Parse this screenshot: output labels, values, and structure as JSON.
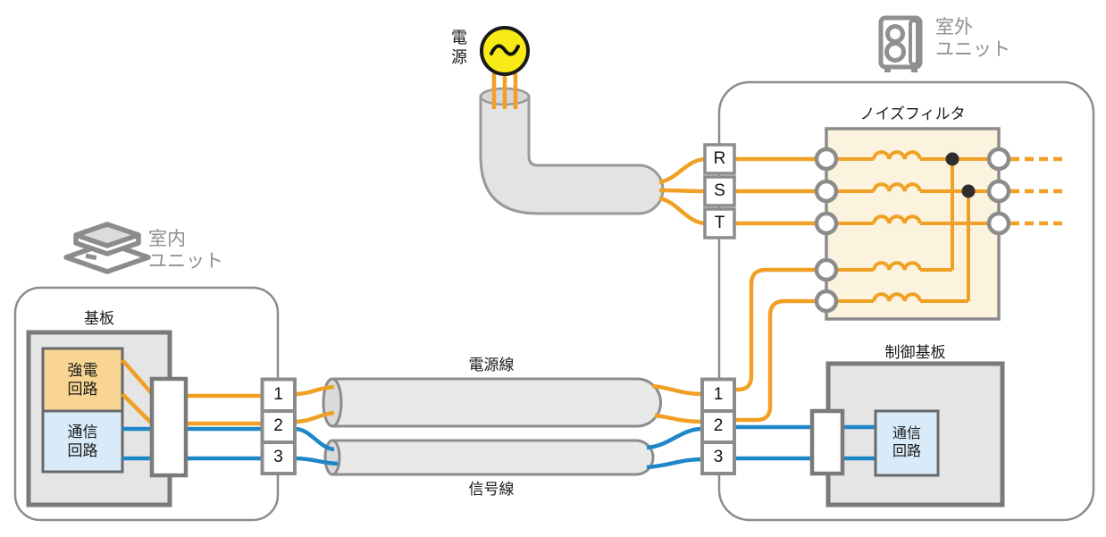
{
  "colors": {
    "power_wire_orange": "#F0A125",
    "signal_wire_blue": "#1F87C7",
    "unit_outline_gray": "#8C8C8C",
    "board_border_gray": "#7A7A7A",
    "noise_filter_fill": "#FBF3DE",
    "power_circuit_fill": "#F8D592",
    "comm_circuit_fill": "#D9EBF8",
    "board_fill": "#E5E5E5",
    "power_source_yellow": "#F8EA16",
    "cable_fill": "#E9E9E9",
    "junction_dot": "#2D2D2D"
  },
  "power_source": {
    "label": "電\n源",
    "symbol": "~"
  },
  "indoor_unit": {
    "label": "室内\nユニット",
    "board_label": "基板",
    "power_circuit_label": "強電\n回路",
    "comm_circuit_label": "通信\n回路",
    "terminals": [
      "1",
      "2",
      "3"
    ]
  },
  "outdoor_unit": {
    "label": "室外\nユニット",
    "power_terminals": [
      "R",
      "S",
      "T"
    ],
    "terminals": [
      "1",
      "2",
      "3"
    ],
    "noise_filter_label": "ノイズフィルタ",
    "control_board_label": "制御基板",
    "comm_circuit_label": "通信\n回路"
  },
  "cables": {
    "power_line_label": "電源線",
    "signal_line_label": "信号線"
  }
}
